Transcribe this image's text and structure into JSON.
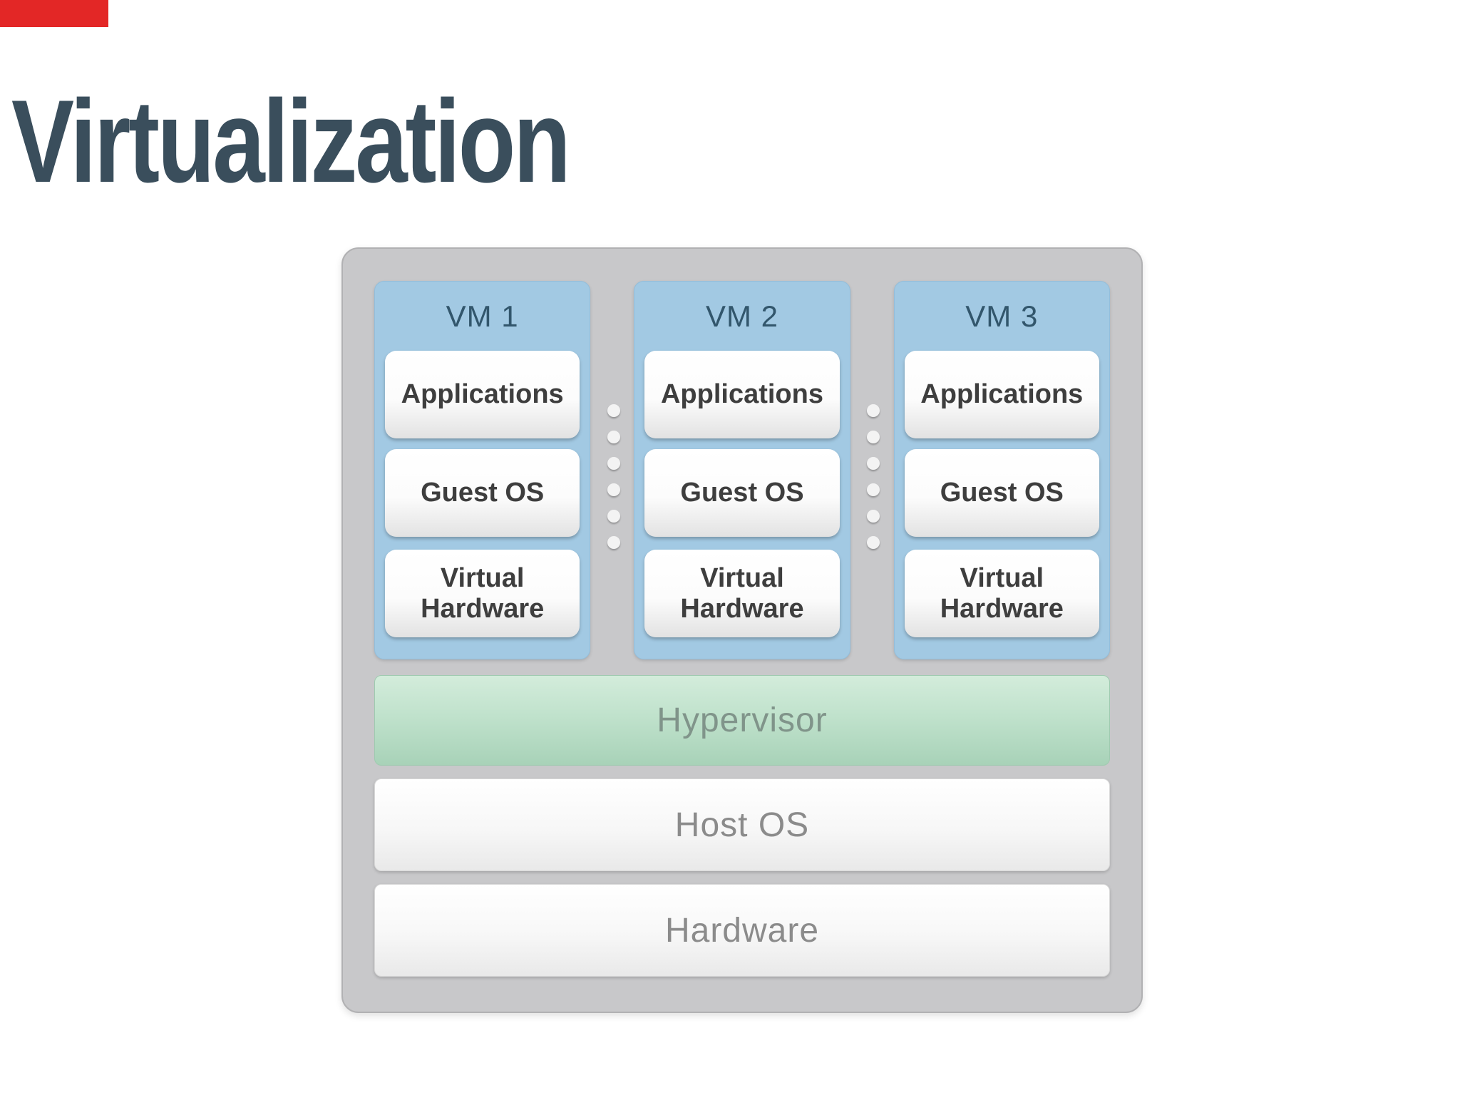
{
  "slide": {
    "title": "Virtualization",
    "title_color": "#3a4e5c",
    "background_color": "#ffffff"
  },
  "red_marker_bar": {
    "color": "#e32726"
  },
  "diagram": {
    "container_color": "#c8c8ca",
    "vm_fill_color": "#a2c9e3",
    "vm_label_color": "#32566c",
    "box_text_color": "#3e3e3e",
    "hypervisor_fill_color": "#aed6bd",
    "layer_text_color": "#8b8b8b",
    "dot_color": "#f3f3f3",
    "vms": [
      {
        "label": "VM 1",
        "boxes": [
          "Applications",
          "Guest OS",
          "Virtual Hardware"
        ]
      },
      {
        "label": "VM 2",
        "boxes": [
          "Applications",
          "Guest OS",
          "Virtual Hardware"
        ]
      },
      {
        "label": "VM 3",
        "boxes": [
          "Applications",
          "Guest OS",
          "Virtual Hardware"
        ]
      }
    ],
    "layers": [
      {
        "label": "Hypervisor"
      },
      {
        "label": "Host OS"
      },
      {
        "label": "Hardware"
      }
    ]
  }
}
